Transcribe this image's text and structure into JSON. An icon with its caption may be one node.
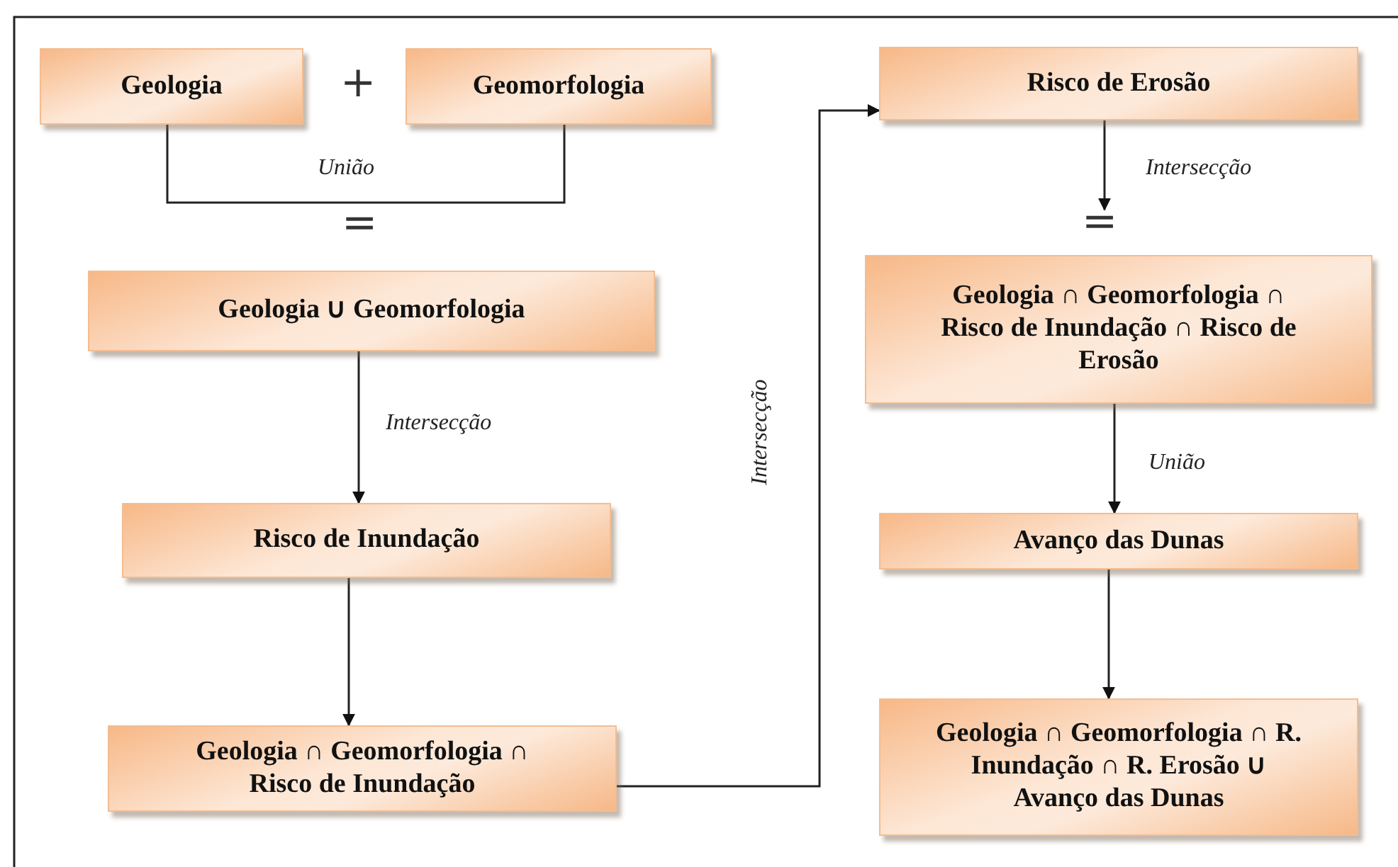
{
  "diagram": {
    "nodes": [
      {
        "text": [
          "Geologia"
        ]
      },
      {
        "text": [
          "Geomorfologia"
        ]
      },
      {
        "text": [
          "Geologia ∪ Geomorfologia"
        ]
      },
      {
        "text": [
          "Risco de Inundação"
        ]
      },
      {
        "text": [
          "Geologia ∩ Geomorfologia ∩ Risco de Inundação"
        ]
      },
      {
        "text": [
          "Risco de Erosão"
        ]
      },
      {
        "text": [
          "Geologia ∩ Geomorfologia ∩ Risco de Inundação ∩ Risco de Erosão"
        ]
      },
      {
        "text": [
          "Avanço das Dunas"
        ]
      },
      {
        "text": [
          "Geologia ∩ Geomorfologia ∩ R. Inundação ∩ R. Erosão ∪ Avanço das Dunas"
        ]
      }
    ],
    "edges": [
      {
        "from": 0,
        "to": 1,
        "arrow": "none",
        "label": "União"
      },
      {
        "from": 2,
        "to": 3,
        "arrow": "to",
        "label": "Intersecção"
      },
      {
        "from": 3,
        "to": 4,
        "arrow": "to"
      },
      {
        "from": 4,
        "to": 5,
        "arrow": "to",
        "label": "Intersecção"
      },
      {
        "from": 5,
        "to": 6,
        "arrow": "to",
        "label": "Intersecção"
      },
      {
        "from": 6,
        "to": 7,
        "arrow": "to",
        "label": "União"
      },
      {
        "from": 7,
        "to": 8,
        "arrow": "to"
      }
    ],
    "labels": [
      "+",
      "=",
      "="
    ]
  }
}
